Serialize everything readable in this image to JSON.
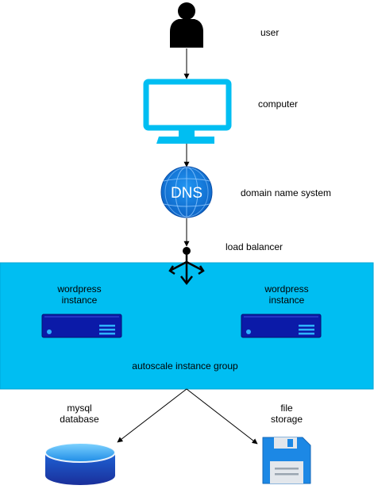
{
  "colors": {
    "accent": "#00BEF2",
    "group_bg": "#00BEF2",
    "server_blue": "#0B1AA8",
    "dns_blue": "#1E88E5",
    "database_blue": "#1A48B8",
    "storage_blue": "#1C88E5",
    "user_black": "#000000"
  },
  "icons": [
    "user-icon",
    "computer-icon",
    "dns-icon",
    "load-balancer-icon",
    "server-icon",
    "database-icon",
    "floppy-disk-icon"
  ],
  "nodes": {
    "user": {
      "label": "user"
    },
    "computer": {
      "label": "computer"
    },
    "dns": {
      "label": "domain name system",
      "icon_text": "DNS"
    },
    "load_balancer": {
      "label": "load balancer"
    },
    "group": {
      "label": "autoscale instance group"
    },
    "wordpress_left": {
      "label_line1": "wordpress",
      "label_line2": "instance"
    },
    "wordpress_right": {
      "label_line1": "wordpress",
      "label_line2": "instance"
    },
    "mysql": {
      "label_line1": "mysql",
      "label_line2": "database"
    },
    "file_storage": {
      "label_line1": "file",
      "label_line2": "storage"
    }
  }
}
